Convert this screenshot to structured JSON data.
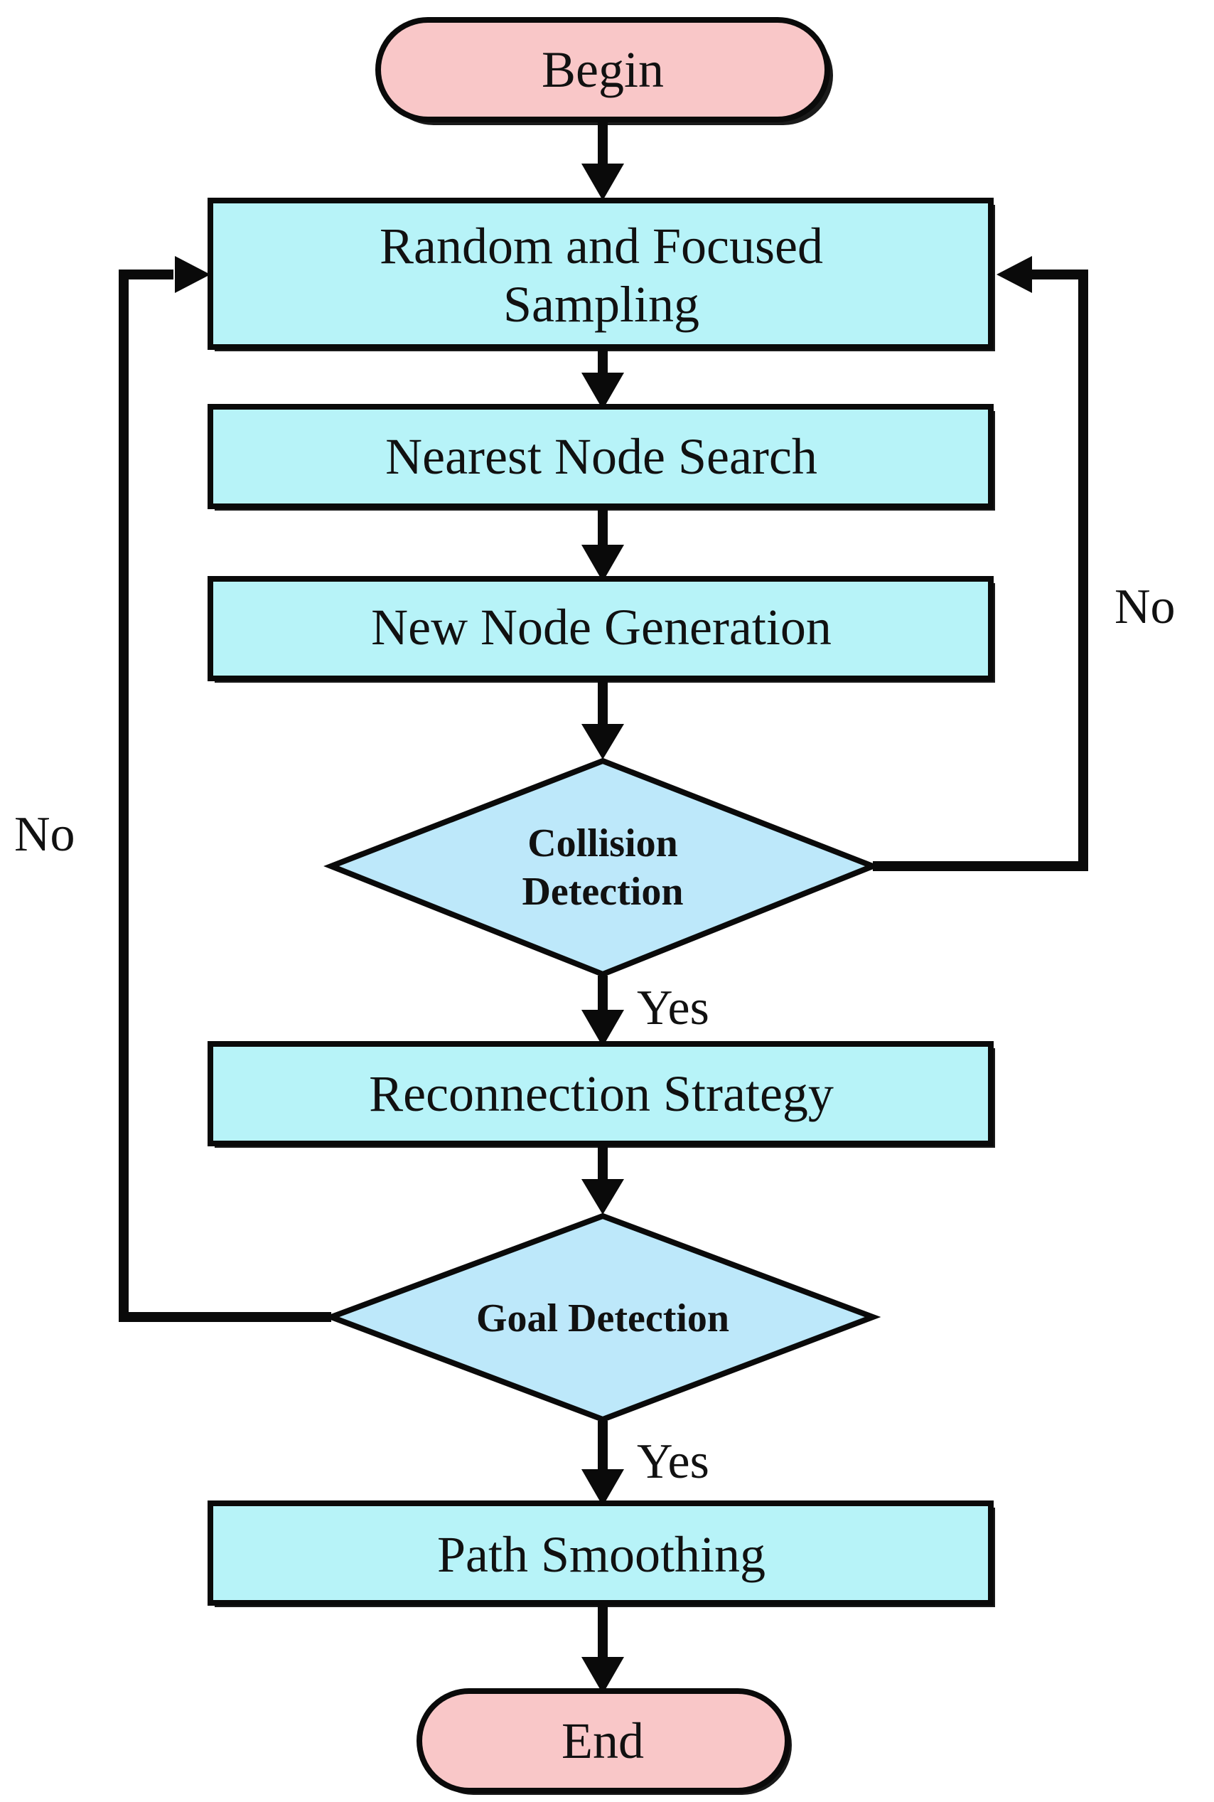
{
  "diagram": {
    "colors": {
      "terminal_fill": "#f9c7c8",
      "process_fill": "#b7f3f8",
      "decision_fill": "#bde8fa",
      "stroke": "#0a0a0a"
    },
    "begin": "Begin",
    "sampling": {
      "line1": "Random and Focused",
      "line2": "Sampling"
    },
    "nearest": "Nearest Node Search",
    "newnode": "New Node Generation",
    "collision": {
      "line1": "Collision",
      "line2": "Detection"
    },
    "reconnect": "Reconnection Strategy",
    "goal": "Goal Detection",
    "smoothing": "Path Smoothing",
    "end": "End",
    "labels": {
      "yes_collision": "Yes",
      "yes_goal": "Yes",
      "no_collision": "No",
      "no_goal": "No"
    }
  }
}
